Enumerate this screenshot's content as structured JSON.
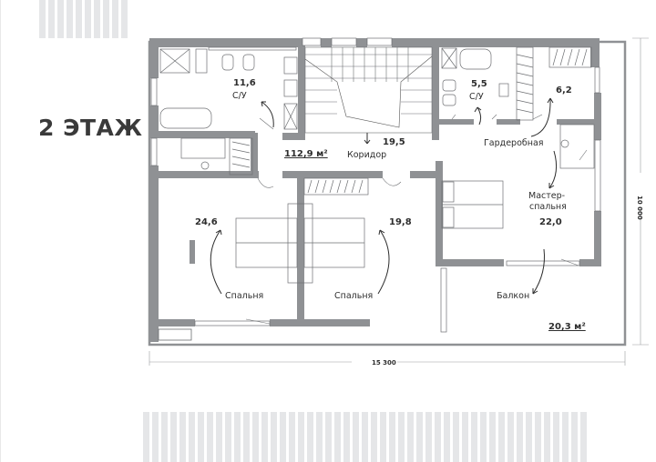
{
  "floor_title": "2 ЭТАЖ",
  "total_area": "112,9 м²",
  "balcony_area": "20,3 м²",
  "dimensions": {
    "width": "15 300",
    "height": "10 000"
  },
  "rooms": [
    {
      "id": "bathroom-1",
      "area": "11,6",
      "name": "С/У"
    },
    {
      "id": "bathroom-2",
      "area": "5,5",
      "name": "С/У"
    },
    {
      "id": "closet-small",
      "area": "6,2",
      "name": ""
    },
    {
      "id": "corridor",
      "area": "19,5",
      "name": "Коридор"
    },
    {
      "id": "walk-in-closet",
      "area": "",
      "name": "Гардеробная"
    },
    {
      "id": "master-bedroom",
      "area": "22,0",
      "name": "Мастер-\nспальня",
      "name_line1": "Мастер-",
      "name_line2": "спальня"
    },
    {
      "id": "bedroom-1",
      "area": "24,6",
      "name": "Спальня"
    },
    {
      "id": "bedroom-2",
      "area": "19,8",
      "name": "Спальня"
    },
    {
      "id": "balcony",
      "area": "",
      "name": "Балкон"
    }
  ],
  "colors": {
    "wall": "#8f9194",
    "line": "#6d6f72",
    "stripe": "#e5e6e8",
    "text": "#2e2e2e"
  }
}
